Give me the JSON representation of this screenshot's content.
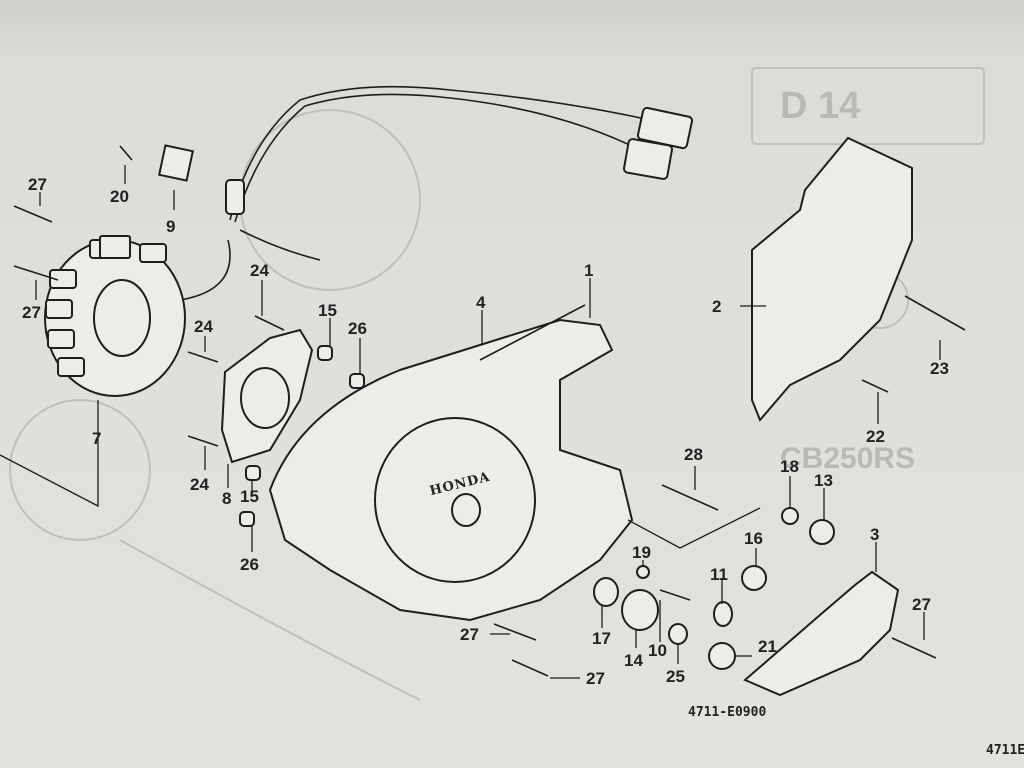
{
  "figure_code": "4711-E0900",
  "corner_code": "4711E",
  "ghost_page_tag": "D 14",
  "brand_mark": "HONDA",
  "callouts": [
    {
      "id": "c1",
      "label": "1"
    },
    {
      "id": "c2",
      "label": "2"
    },
    {
      "id": "c3",
      "label": "3"
    },
    {
      "id": "c4",
      "label": "4"
    },
    {
      "id": "c7",
      "label": "7"
    },
    {
      "id": "c8",
      "label": "8"
    },
    {
      "id": "c9",
      "label": "9"
    },
    {
      "id": "c10",
      "label": "10"
    },
    {
      "id": "c11",
      "label": "11"
    },
    {
      "id": "c13",
      "label": "13"
    },
    {
      "id": "c14",
      "label": "14"
    },
    {
      "id": "c15a",
      "label": "15"
    },
    {
      "id": "c15b",
      "label": "15"
    },
    {
      "id": "c16",
      "label": "16"
    },
    {
      "id": "c17",
      "label": "17"
    },
    {
      "id": "c18",
      "label": "18"
    },
    {
      "id": "c19",
      "label": "19"
    },
    {
      "id": "c20",
      "label": "20"
    },
    {
      "id": "c21",
      "label": "21"
    },
    {
      "id": "c22",
      "label": "22"
    },
    {
      "id": "c23",
      "label": "23"
    },
    {
      "id": "c24a",
      "label": "24"
    },
    {
      "id": "c24b",
      "label": "24"
    },
    {
      "id": "c24c",
      "label": "24"
    },
    {
      "id": "c25",
      "label": "25"
    },
    {
      "id": "c26a",
      "label": "26"
    },
    {
      "id": "c26b",
      "label": "26"
    },
    {
      "id": "c27a",
      "label": "27"
    },
    {
      "id": "c27b",
      "label": "27"
    },
    {
      "id": "c27c",
      "label": "27"
    },
    {
      "id": "c27d",
      "label": "27"
    },
    {
      "id": "c27e",
      "label": "27"
    },
    {
      "id": "c28",
      "label": "28"
    }
  ],
  "ghost_texts": [
    "CB250RS"
  ]
}
